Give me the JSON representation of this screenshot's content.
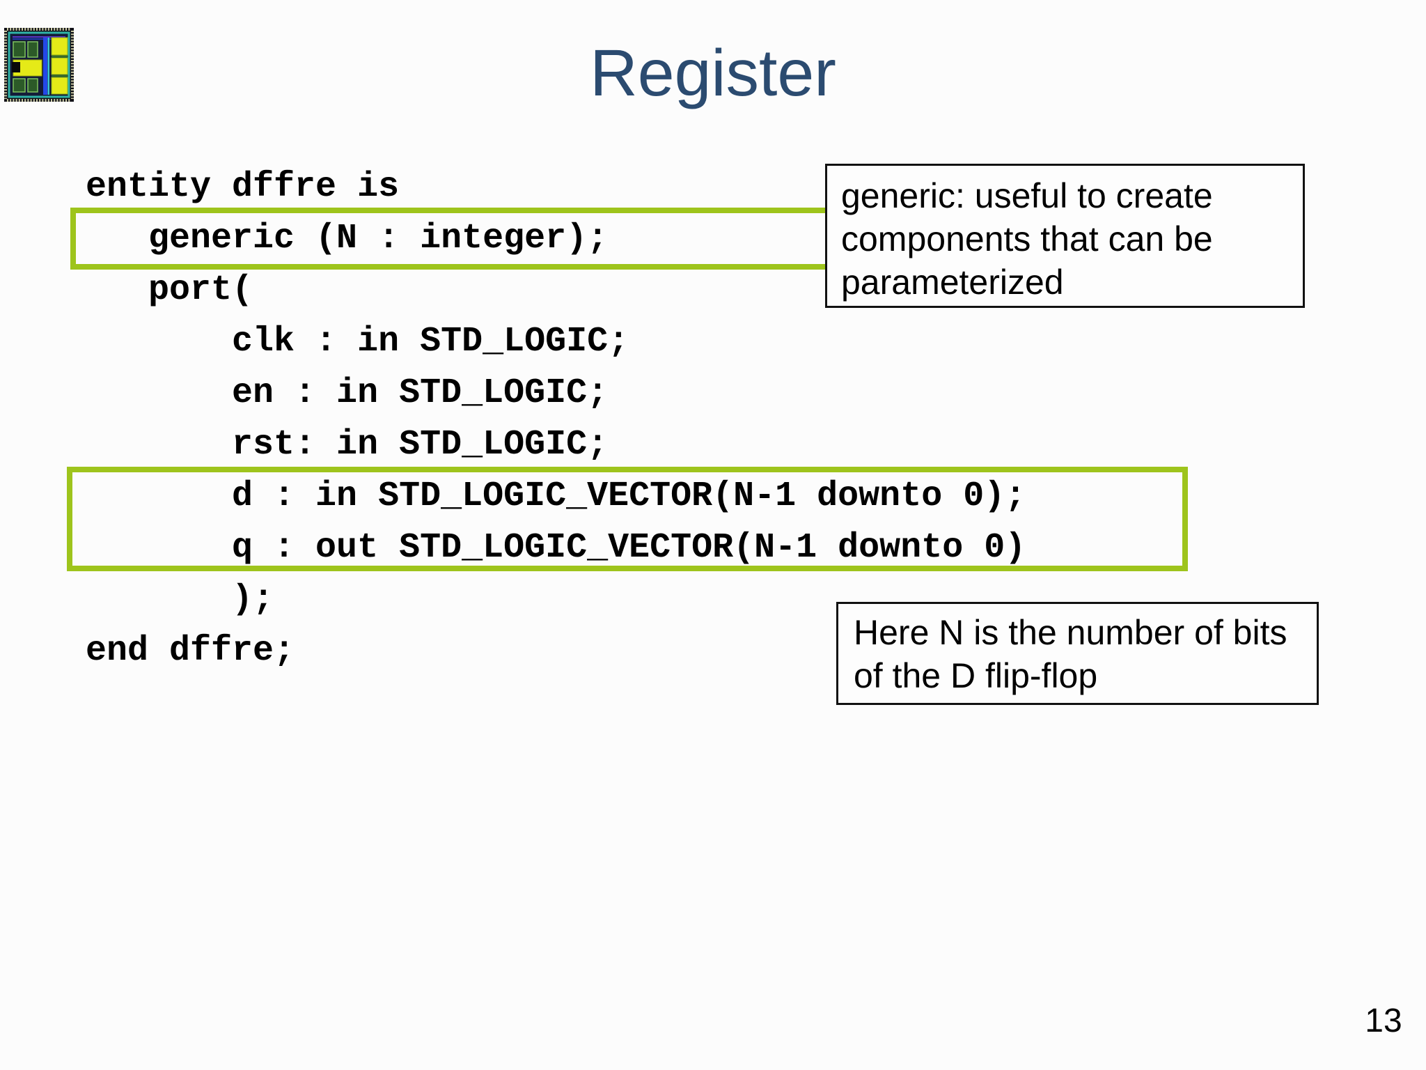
{
  "slide": {
    "title": "Register",
    "page_number": "13"
  },
  "code": {
    "lines": [
      "entity dffre is",
      "   generic (N : integer);",
      "   port(",
      "       clk : in STD_LOGIC;",
      "       en : in STD_LOGIC;",
      "       rst: in STD_LOGIC;",
      "       d : in STD_LOGIC_VECTOR(N-1 downto 0);",
      "       q : out STD_LOGIC_VECTOR(N-1 downto 0)",
      "       );",
      "end dffre;"
    ]
  },
  "callouts": [
    {
      "text": "generic: useful to create components that can be parameterized"
    },
    {
      "text": "Here N is the number of bits of the D flip-flop"
    }
  ],
  "icons": [
    {
      "name": "chip-die-logo-icon",
      "description": "photo of an integrated circuit die with yellow blocks"
    }
  ],
  "colors": {
    "title_text": "#2b4b70",
    "code_text": "#000000",
    "highlight_green": "#9ec41c",
    "callout_border": "#111111",
    "background": "#fcfcfc"
  }
}
